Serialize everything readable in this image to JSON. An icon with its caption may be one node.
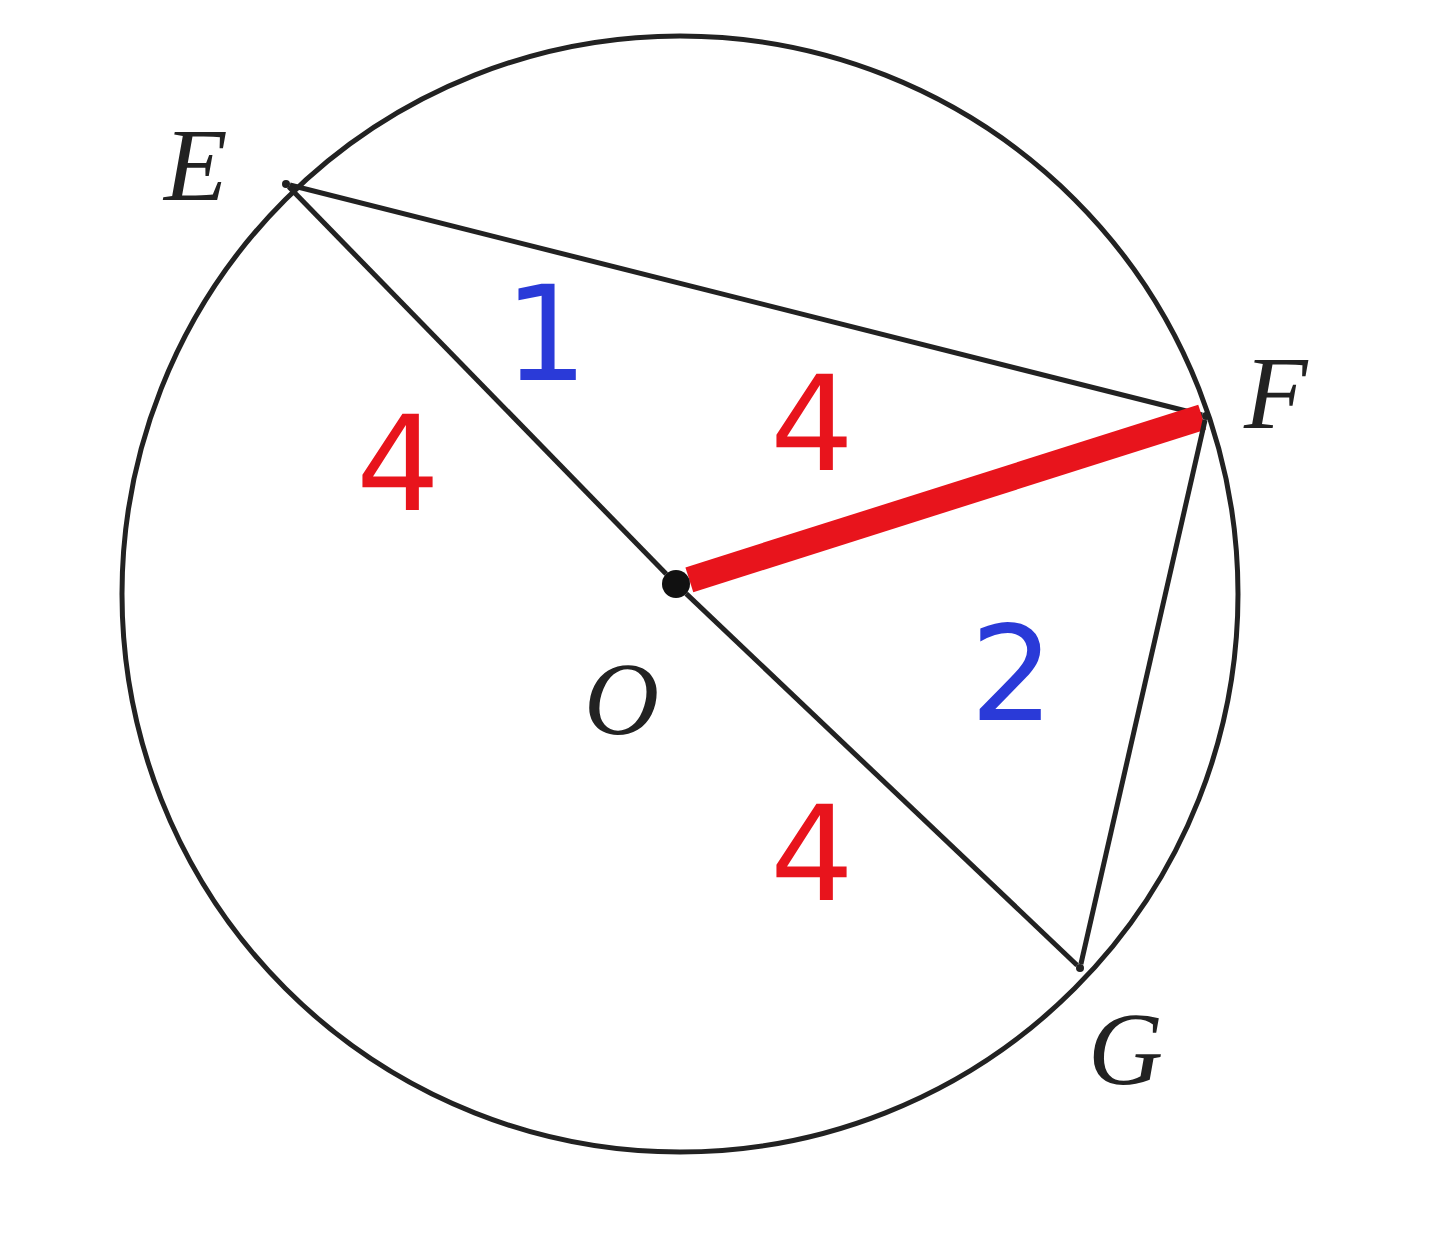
{
  "diagram": {
    "nodes": [
      {
        "text": [],
        "shape": "point",
        "beside": [
          "E"
        ]
      },
      {
        "text": [],
        "shape": "point",
        "beside": [
          "F"
        ]
      },
      {
        "text": [],
        "shape": "dot",
        "beside": [
          "O"
        ]
      },
      {
        "text": [],
        "shape": "point",
        "beside": [
          "G"
        ]
      }
    ],
    "edges": [
      {
        "from": 0,
        "to": 1,
        "arrow": "none"
      },
      {
        "from": 0,
        "to": 2,
        "arrow": "none",
        "label": "4"
      },
      {
        "from": 2,
        "to": 1,
        "arrow": "none",
        "label": "4",
        "style": "thick",
        "color": "#e8141c"
      },
      {
        "from": 2,
        "to": 3,
        "arrow": "none",
        "label": "4"
      },
      {
        "from": 1,
        "to": 3,
        "arrow": "none"
      }
    ],
    "labels": [
      "1",
      "2"
    ]
  }
}
